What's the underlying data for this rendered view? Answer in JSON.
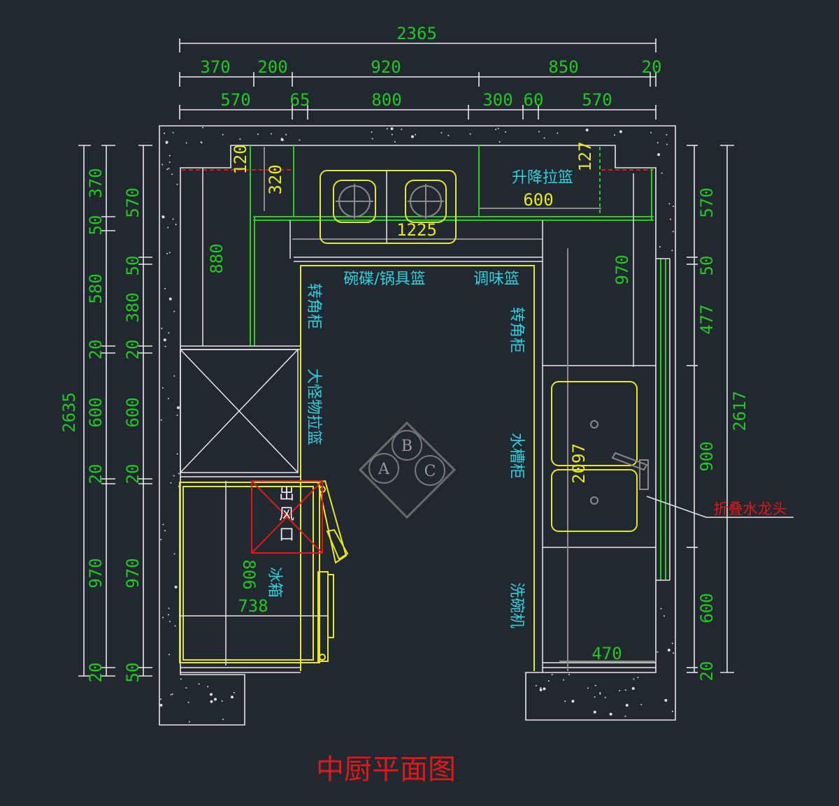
{
  "title": "中厨平面图",
  "top_dimensions": {
    "total": "2365",
    "row2": [
      "370",
      "200",
      "920",
      "850",
      "20"
    ],
    "row3": [
      "570",
      "65",
      "800",
      "300",
      "60",
      "570"
    ]
  },
  "left_dimensions": {
    "total": "2635",
    "col1": [
      "370",
      "50",
      "580",
      "20",
      "600",
      "20",
      "970",
      "20"
    ],
    "col2": [
      "570",
      "50",
      "380",
      "20",
      "600",
      "20",
      "970",
      "50"
    ]
  },
  "right_dimensions": {
    "total": "2617",
    "col": [
      "570",
      "50",
      "477",
      "900",
      "600",
      "20"
    ]
  },
  "interior_dimensions": {
    "d120": "120",
    "d320": "320",
    "d127": "127",
    "d600": "600",
    "d1225": "1225",
    "d880": "880",
    "d970": "970",
    "d2097": "2097",
    "d806": "806",
    "d738": "738",
    "d470": "470"
  },
  "labels": {
    "lift_basket": "升降拉篮",
    "dish_basket": "碗碟/锅具篮",
    "seasoning_basket": "调味篮",
    "corner_cabinet_left": "转角柜",
    "corner_cabinet_right": "转角柜",
    "large_item_basket": "大怪物拉篮",
    "sink_cabinet": "水槽柜",
    "dishwasher": "洗碗机",
    "fridge": "冰箱",
    "air_outlet": [
      "出",
      "风",
      "口"
    ],
    "faucet_note": "折叠水龙头"
  },
  "compass": {
    "a": "A",
    "b": "B",
    "c": "C"
  },
  "colors": {
    "background": "#212830",
    "dimension": "#22c822",
    "cabinet_label": "#2fd0dc",
    "title": "#e01818"
  }
}
